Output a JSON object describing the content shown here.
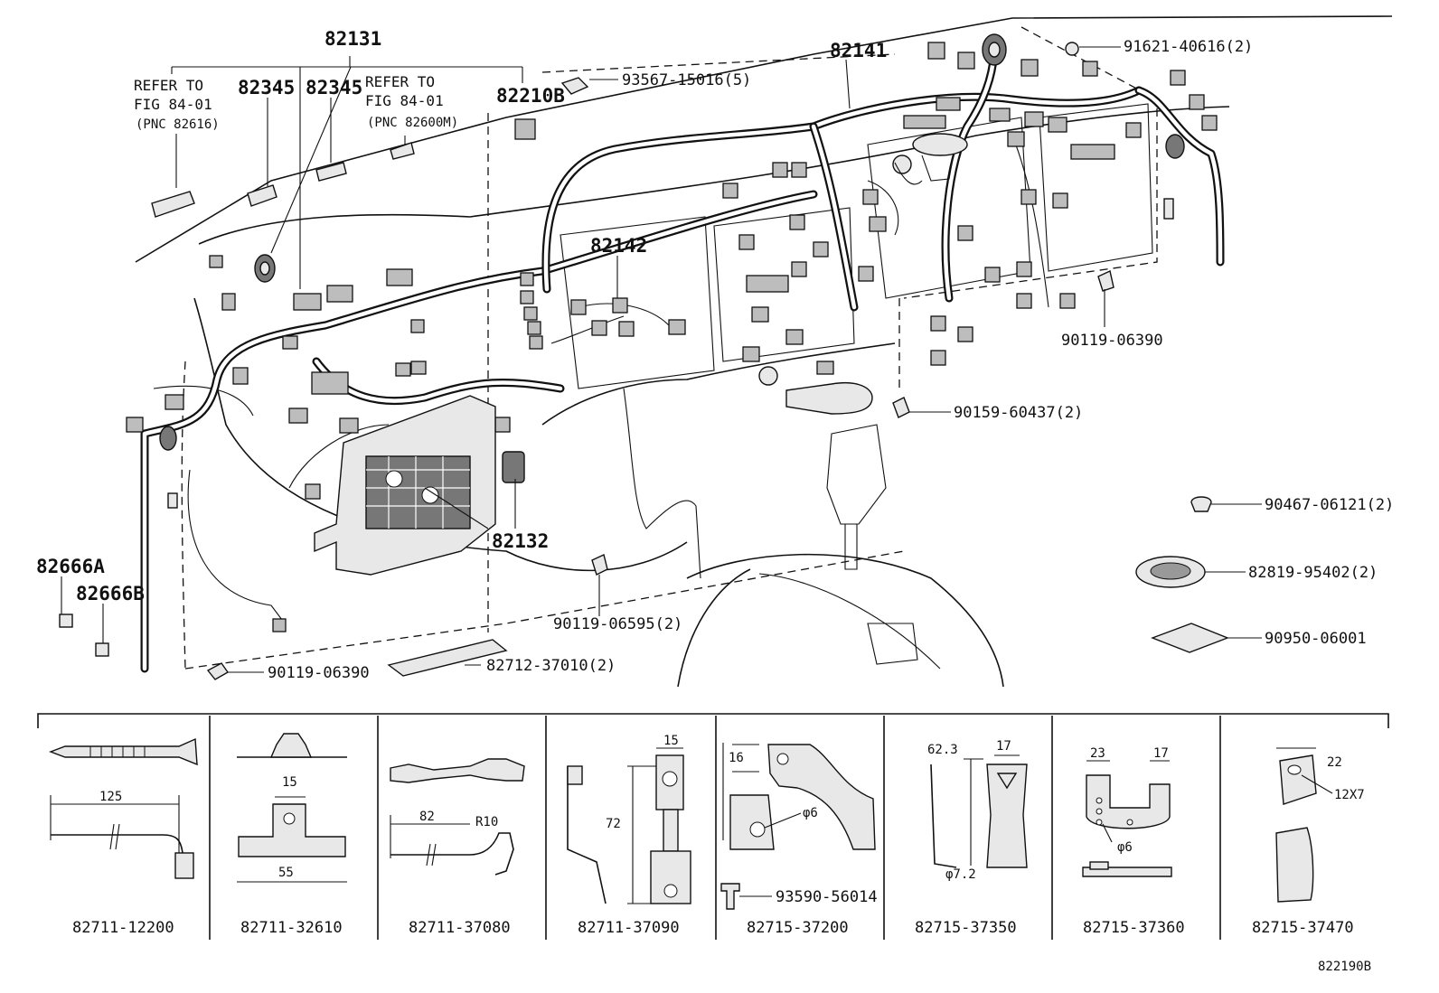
{
  "diagram": {
    "main_parts": {
      "p82131": "82131",
      "p82141": "82141",
      "p82345a": "82345",
      "p82345b": "82345",
      "p82210b": "82210B",
      "p82142": "82142",
      "p82132": "82132",
      "p82666a": "82666A",
      "p82666b": "82666B"
    },
    "refer_notes": {
      "left": {
        "line1": "REFER TO",
        "line2": "FIG 84-01",
        "line3": "(PNC 82616)"
      },
      "right": {
        "line1": "REFER TO",
        "line2": "FIG 84-01",
        "line3": "(PNC 82600M)"
      }
    },
    "callouts": {
      "c1": "93567-15016(5)",
      "c2": "91621-40616(2)",
      "c3": "90119-06390",
      "c4": "90159-60437(2)",
      "c5": "90467-06121(2)",
      "c6": "82819-95402(2)",
      "c7": "90950-06001",
      "c8": "90119-06595(2)",
      "c9": "82712-37010(2)",
      "c10": "90119-06390"
    },
    "clamps": [
      {
        "part": "82711-12200",
        "dims": [
          "125"
        ]
      },
      {
        "part": "82711-32610",
        "dims": [
          "15",
          "55"
        ]
      },
      {
        "part": "82711-37080",
        "dims": [
          "82",
          "R10"
        ]
      },
      {
        "part": "82711-37090",
        "dims": [
          "15",
          "72"
        ]
      },
      {
        "part": "82715-37200",
        "dims": [
          "16",
          "φ6"
        ],
        "extra_callout": "93590-56014"
      },
      {
        "part": "82715-37350",
        "dims": [
          "62.3",
          "17",
          "φ7.2"
        ]
      },
      {
        "part": "82715-37360",
        "dims": [
          "23",
          "17",
          "φ6"
        ]
      },
      {
        "part": "82715-37470",
        "dims": [
          "22",
          "12X7"
        ]
      }
    ],
    "figure_code": "822190B"
  }
}
